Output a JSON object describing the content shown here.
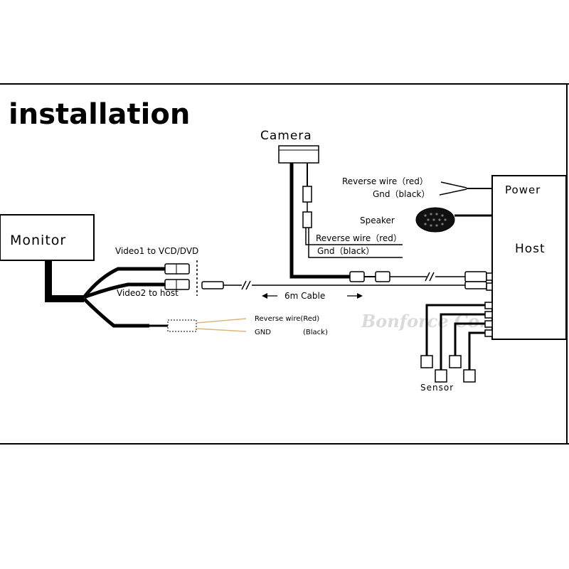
{
  "title": "installation",
  "labels": {
    "camera": "Camera",
    "monitor": "Monitor",
    "power": "Power",
    "host": "Host",
    "speaker": "Speaker",
    "sensor": "Sensor",
    "cable": "6m Cable",
    "video1": "Video1 to VCD/DVD",
    "video2": "Video2 to host",
    "cam_reverse_wire": "Reverse wire（red）",
    "cam_gnd": "Gnd（black）",
    "host_reverse_wire": "Reverse wire（red）",
    "host_gnd": "Gnd（black）",
    "mon_reverse_wire": "Reverse wire(Red)",
    "mon_gnd": "GND",
    "mon_black": "(Black)",
    "watermark": "Bonforce Co.,Ltd"
  },
  "colors": {
    "line": "#000000",
    "wire_red_tint": "#d9b87a",
    "watermark": "#cfcfcf"
  }
}
